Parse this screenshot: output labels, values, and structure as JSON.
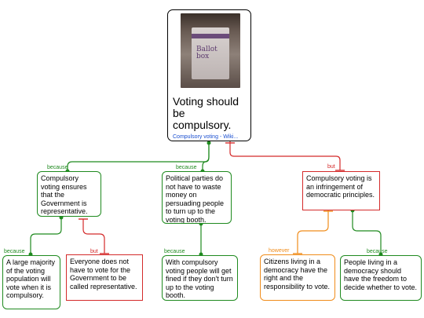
{
  "root": {
    "image_text": "Ballot box",
    "title": "Voting should be compulsory.",
    "link": "Compulsory voting - Wiki..."
  },
  "nodes": {
    "a": "Compulsory voting ensures that the Government is representative.",
    "b": "Political parties do not have to waste money on persuading people to turn up to the voting booth.",
    "c": "Compulsory voting is an infringement of democratic principles.",
    "a1": "A large majority of the voting population will vote when it is compulsory.",
    "a2": "Everyone does not have to vote for the Government to be called representative.",
    "b1": "With compulsory voting people will get fined if they don't turn up to the voting booth.",
    "c1": "Citizens living in a democracy have the right and the responsibility to vote.",
    "c2": "People living in a democracy should have the freedom to decide whether to vote."
  },
  "edge_labels": {
    "because_a": "because",
    "because_b": "because",
    "but_c": "but",
    "because_a1": "because",
    "but_a2": "but",
    "because_b1": "because",
    "however_c1": "however",
    "because_c2": "because"
  },
  "colors": {
    "support": "#1f8a1f",
    "oppose": "#d42a2a",
    "rebuttal": "#f08c1a",
    "link": "#1a4fd0"
  }
}
